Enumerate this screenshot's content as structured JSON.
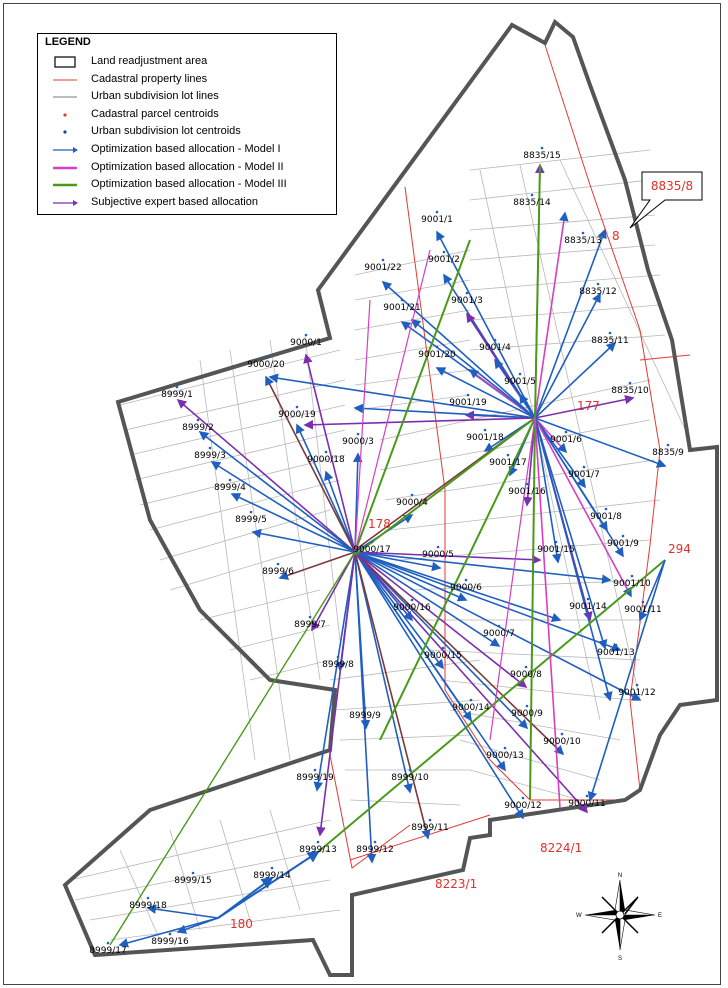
{
  "legend": {
    "title": "LEGEND",
    "items": [
      {
        "label": "Land readjustment area",
        "symbol": "box",
        "color": "#000000"
      },
      {
        "label": "Cadastral property lines",
        "symbol": "line",
        "color": "#e53935"
      },
      {
        "label": "Urban subdivision lot lines",
        "symbol": "line",
        "color": "#7a7a7a"
      },
      {
        "label": "Cadastral parcel centroids",
        "symbol": "dot",
        "color": "#e53935"
      },
      {
        "label": "Urban subdivision lot centroids",
        "symbol": "dot",
        "color": "#1f3f9e"
      },
      {
        "label": "Optimization based allocation - Model I",
        "symbol": "arrow",
        "color": "#1f5fbf"
      },
      {
        "label": "Optimization based allocation - Model II",
        "symbol": "thick",
        "color": "#d63fbf"
      },
      {
        "label": "Optimization based allocation - Model III",
        "symbol": "thick",
        "color": "#4a9a1a"
      },
      {
        "label": "Subjective expert based allocation",
        "symbol": "arrow",
        "color": "#7a2fb0"
      }
    ]
  },
  "cadastral_parcels": [
    {
      "label": "8835/8",
      "callout": "8"
    },
    {
      "label": "177"
    },
    {
      "label": "178"
    },
    {
      "label": "294"
    },
    {
      "label": "180"
    },
    {
      "label": "8224/1"
    },
    {
      "label": "8223/1"
    }
  ],
  "lots": [
    "8835/15",
    "8835/14",
    "8835/13",
    "8835/12",
    "8835/11",
    "8835/10",
    "8835/9",
    "9001/1",
    "9001/2",
    "9001/22",
    "9001/3",
    "9001/21",
    "9001/4",
    "9001/20",
    "9001/5",
    "9001/19",
    "9001/18",
    "9001/6",
    "9001/17",
    "9001/7",
    "9001/16",
    "9001/8",
    "9001/9",
    "9001/15",
    "9001/10",
    "9001/14",
    "9001/11",
    "9001/13",
    "9001/12",
    "9000/1",
    "9000/20",
    "9000/19",
    "9000/3",
    "9000/18",
    "9000/4",
    "9000/17",
    "9000/5",
    "9000/6",
    "9000/16",
    "9000/7",
    "9000/15",
    "9000/8",
    "9000/14",
    "9000/9",
    "9000/10",
    "9000/13",
    "9000/12",
    "9000/11",
    "8999/1",
    "8999/2",
    "8999/3",
    "8999/4",
    "8999/5",
    "8999/6",
    "8999/7",
    "8999/8",
    "8999/9",
    "8999/19",
    "8999/10",
    "8999/11",
    "8999/12",
    "8999/13",
    "8999/14",
    "8999/15",
    "8999/18",
    "8999/16",
    "8999/17"
  ],
  "compass": {
    "n": "N",
    "s": "S",
    "e": "E",
    "w": "W"
  },
  "colors": {
    "boundary": "#555555",
    "cadastral": "#e53935",
    "lotline": "#b5b5b5",
    "model1": "#1f5fbf",
    "model2": "#d63fbf",
    "model3": "#4a9a1a",
    "expert": "#7a2fb0",
    "brown": "#7a3a3a"
  }
}
